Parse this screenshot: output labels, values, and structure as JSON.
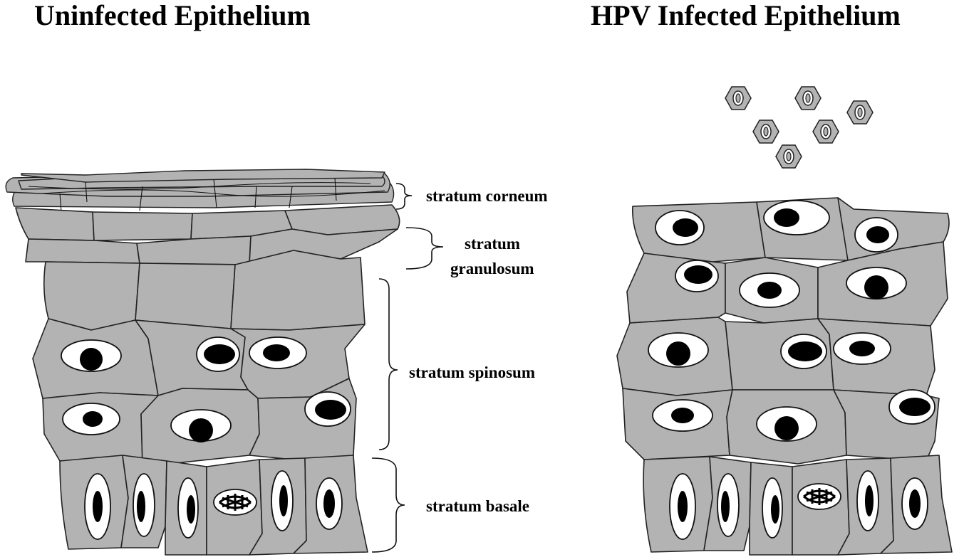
{
  "titles": {
    "left": "Uninfected Epithelium",
    "right": "HPV Infected Epithelium"
  },
  "layers": {
    "corneum": "stratum corneum",
    "granulosum_line1": "stratum",
    "granulosum_line2": "granulosum",
    "spinosum": "stratum spinosum",
    "basale": "stratum basale"
  },
  "colors": {
    "cell_fill": "#b3b3b3",
    "outline": "#222222",
    "nucleus_halo": "#ffffff",
    "nucleus": "#000000"
  }
}
